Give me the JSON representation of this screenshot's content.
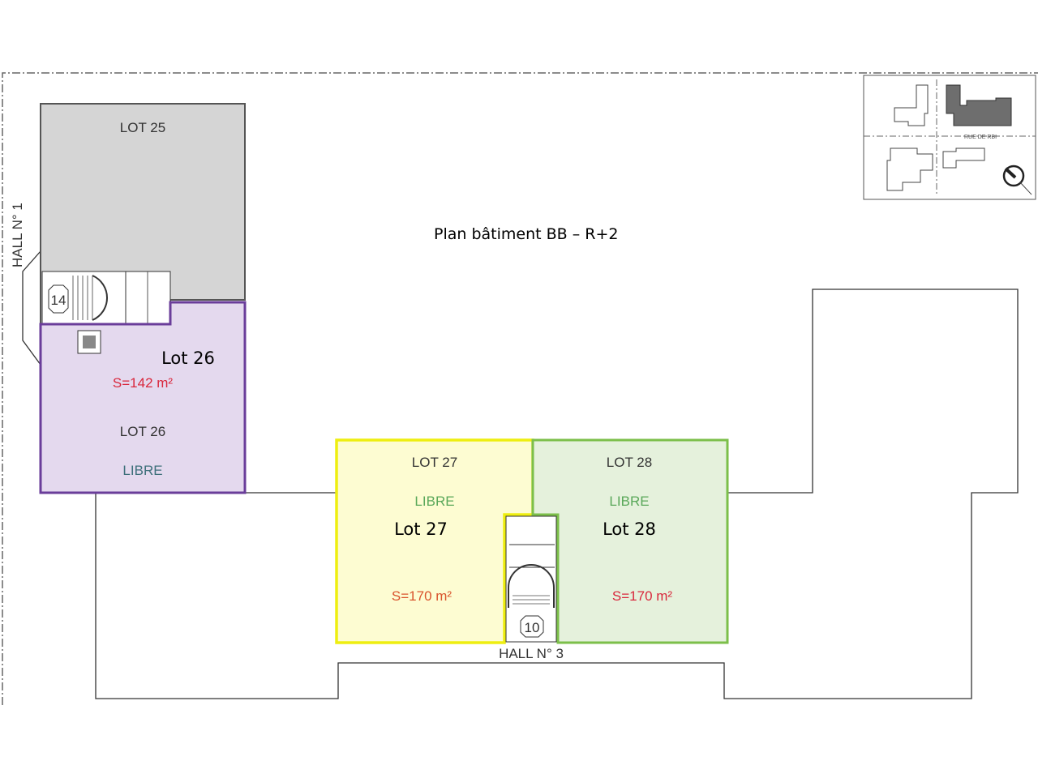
{
  "title": "Plan bâtiment BB – R+2",
  "halls": {
    "hall1": "HALL N° 1",
    "hall3": "HALL N° 3"
  },
  "stairs": {
    "stair1": "14",
    "stair2": "10"
  },
  "lots": [
    {
      "plan_label": "LOT 25",
      "overlay_label": "",
      "status": "",
      "surface": "",
      "fill": "#d5d5d5",
      "stroke": "#555555"
    },
    {
      "plan_label": "LOT 26",
      "overlay_label": "Lot 26",
      "status": "LIBRE",
      "surface": "S=142 m²",
      "fill": "#e4d9ee",
      "stroke": "#6a3d9a"
    },
    {
      "plan_label": "LOT 27",
      "overlay_label": "Lot 27",
      "status": "LIBRE",
      "surface": "S=170 m²",
      "fill": "#fdfcd2",
      "stroke": "#eeee10"
    },
    {
      "plan_label": "LOT 28",
      "overlay_label": "Lot 28",
      "status": "LIBRE",
      "surface": "S=170 m²",
      "fill": "#e5f1dc",
      "stroke": "#7cbf4a"
    }
  ],
  "keymap": {
    "street": "RUE DE RBI",
    "highlight": "#6e6e6e"
  }
}
